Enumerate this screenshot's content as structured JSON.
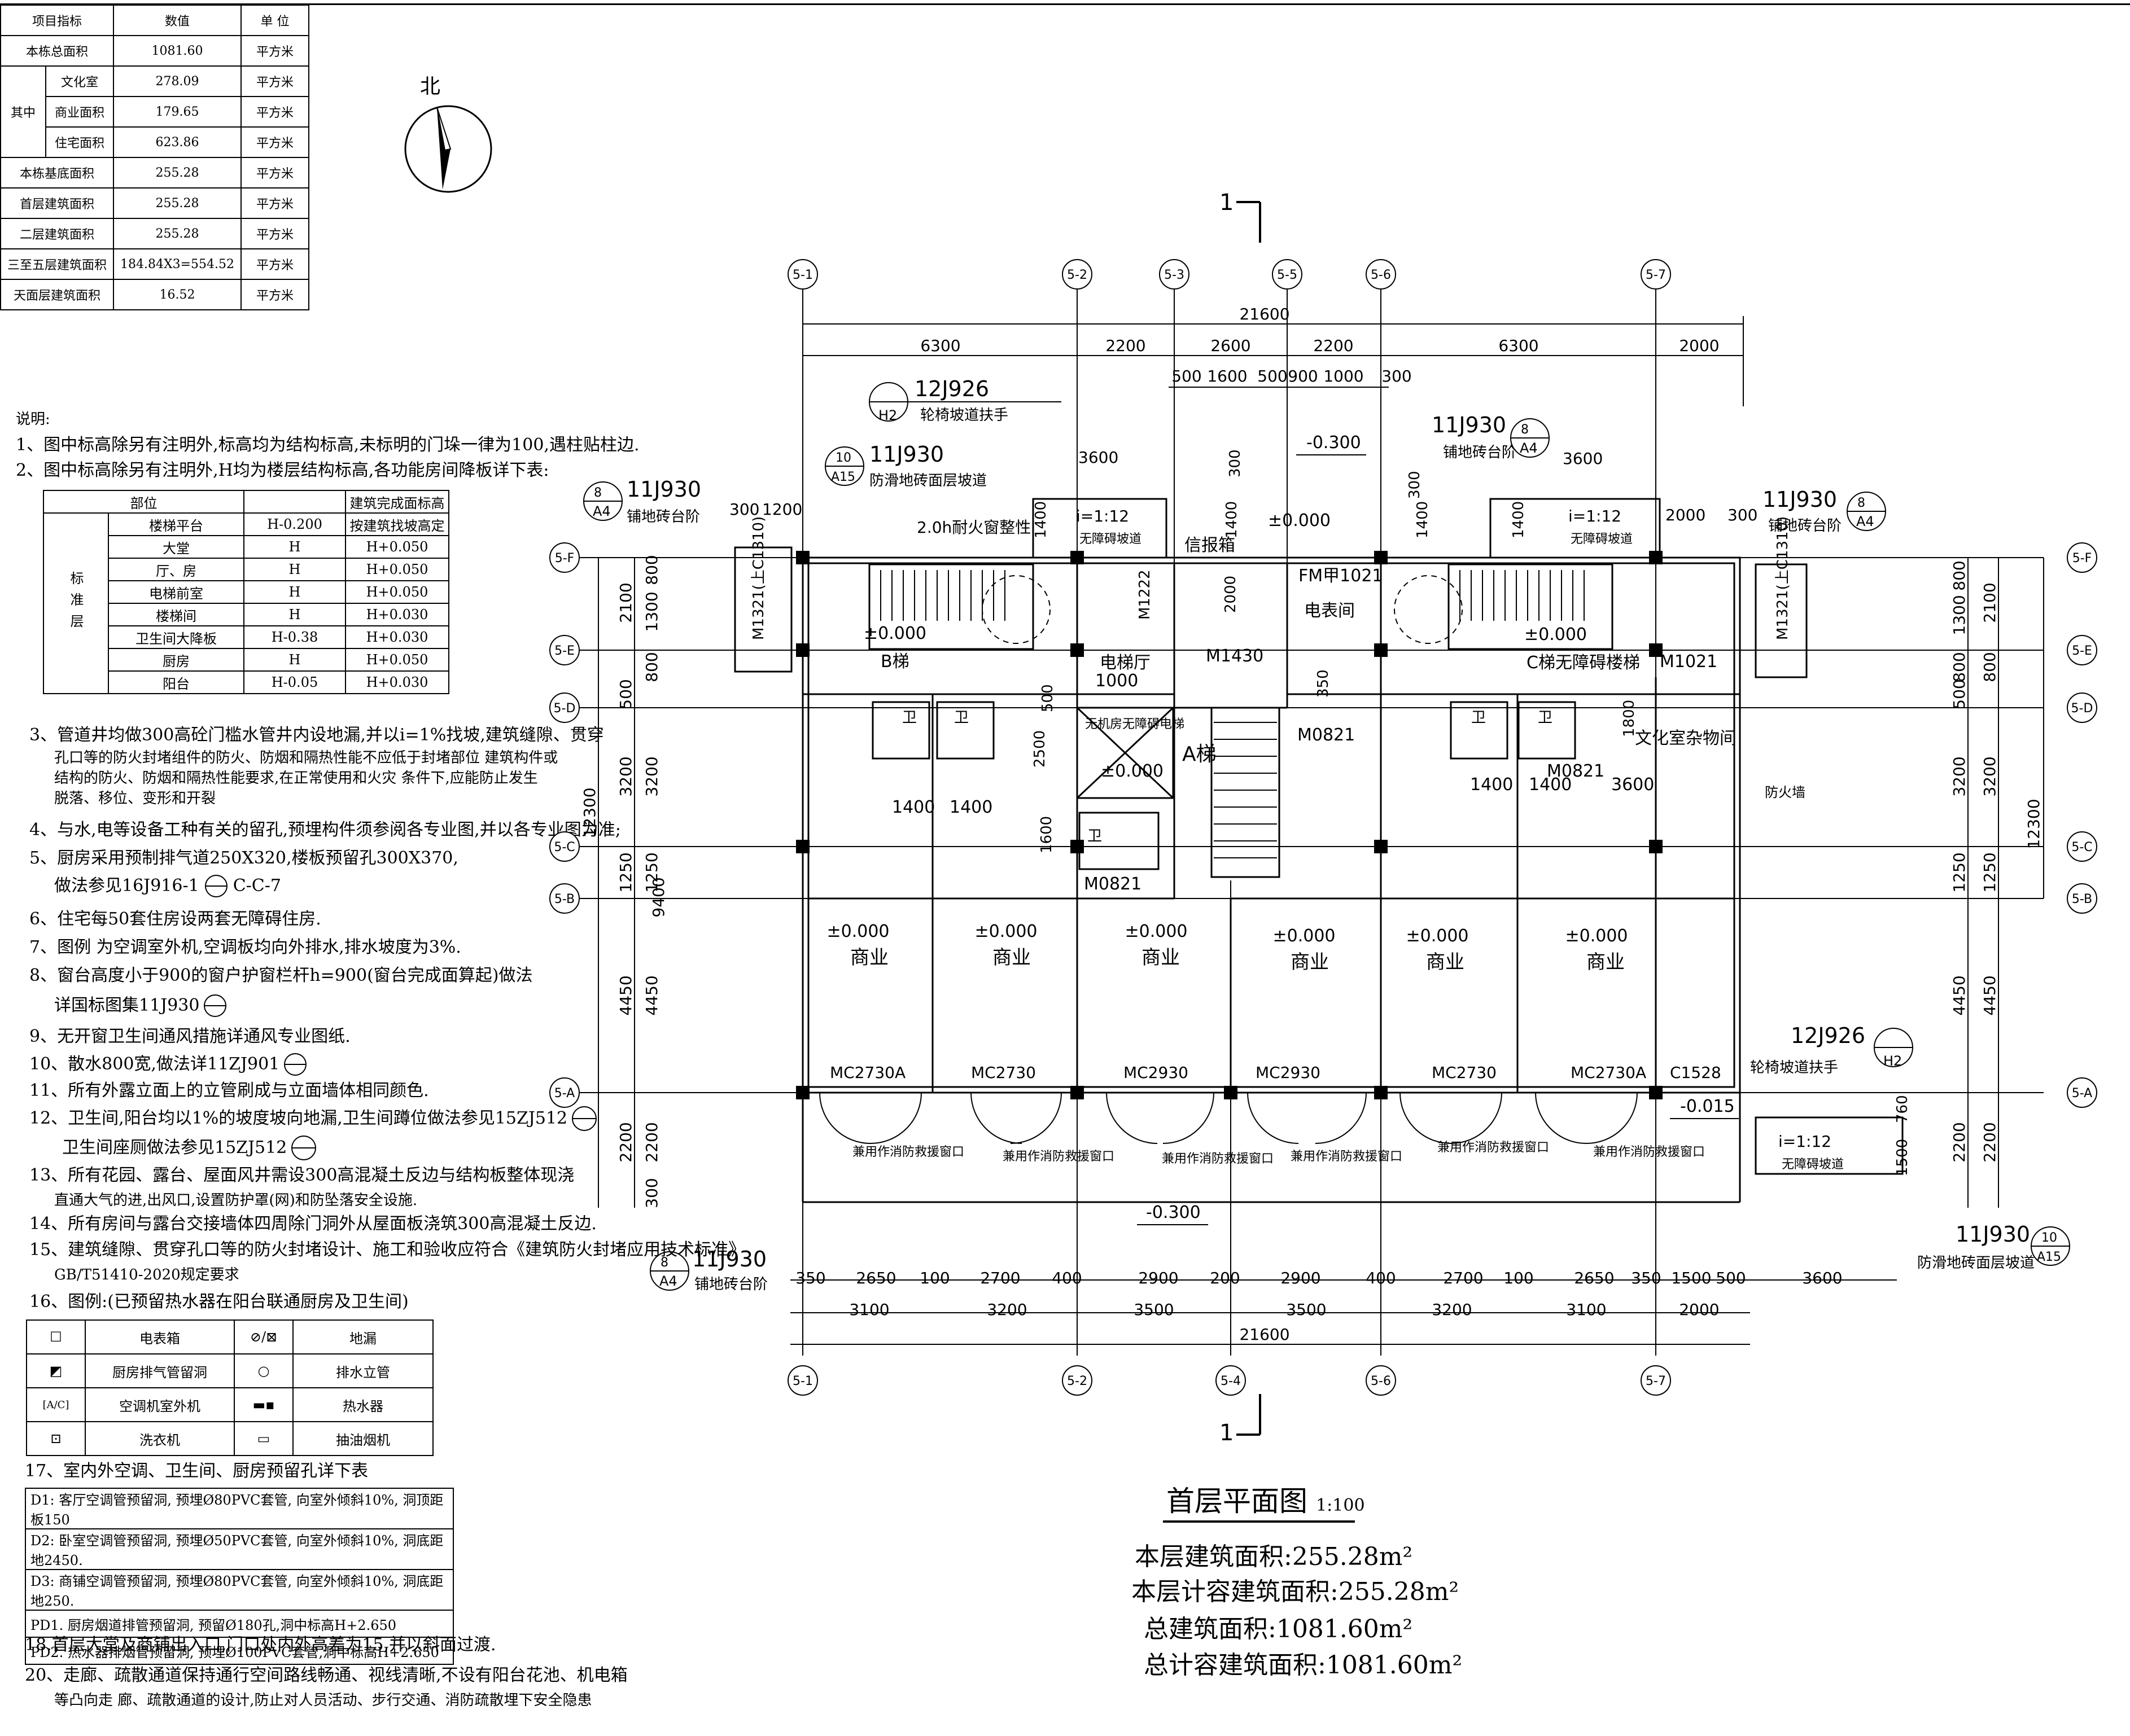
{
  "area_table": {
    "headers": [
      "项目指标",
      "数值",
      "单 位"
    ],
    "rows": [
      {
        "label": "本栋总面积",
        "value": "1081.60",
        "unit": "平方米"
      },
      {
        "label": "文化室",
        "value": "278.09",
        "unit": "平方米"
      },
      {
        "label": "商业面积",
        "value": "179.65",
        "unit": "平方米"
      },
      {
        "label": "住宅面积",
        "value": "623.86",
        "unit": "平方米"
      },
      {
        "label": "本栋基底面积",
        "value": "255.28",
        "unit": "平方米"
      },
      {
        "label": "首层建筑面积",
        "value": "255.28",
        "unit": "平方米"
      },
      {
        "label": "二层建筑面积",
        "value": "255.28",
        "unit": "平方米"
      },
      {
        "label": "三至五层建筑面积",
        "value": "184.84X3=554.52",
        "unit": "平方米"
      },
      {
        "label": "天面层建筑面积",
        "value": "16.52",
        "unit": "平方米"
      }
    ],
    "group_label": "其中"
  },
  "north_label": "北",
  "notes": {
    "title": "说明:",
    "n1": "1、图中标高除另有注明外,标高均为结构标高,未标明的门垛一律为100,遇柱贴柱边.",
    "n2": "2、图中标高除另有注明外,H均为楼层结构标高,各功能房间降板详下表:",
    "std_headers": [
      "部位",
      "",
      "建筑完成面标高"
    ],
    "std_group": "标准层",
    "std_rows": [
      {
        "part": "楼梯平台",
        "h": "H-0.200",
        "f": "按建筑找坡高定"
      },
      {
        "part": "大堂",
        "h": "H",
        "f": "H+0.050"
      },
      {
        "part": "厅、房",
        "h": "H",
        "f": "H+0.050"
      },
      {
        "part": "电梯前室",
        "h": "H",
        "f": "H+0.050"
      },
      {
        "part": "楼梯间",
        "h": "H",
        "f": "H+0.030"
      },
      {
        "part": "卫生间大降板",
        "h": "H-0.38",
        "f": "H+0.030"
      },
      {
        "part": "厨房",
        "h": "H",
        "f": "H+0.050"
      },
      {
        "part": "阳台",
        "h": "H-0.05",
        "f": "H+0.030"
      }
    ],
    "n3a": "3、管道井均做300高砼门槛水管井内设地漏,并以i=1%找坡,建筑缝隙、贯穿",
    "n3b": "孔口等的防火封堵组件的防火、防烟和隔热性能不应低于封堵部位 建筑构件或",
    "n3c": "结构的防火、防烟和隔热性能要求,在正常使用和火灾 条件下,应能防止发生",
    "n3d": "脱落、移位、变形和开裂",
    "n4": "4、与水,电等设备工种有关的留孔,预埋构件须参阅各专业图,并以各专业图为准;",
    "n5a": "5、厨房采用预制排气道250X320,楼板预留孔300X370,",
    "n5b": "做法参见16J916-1",
    "n5c": "C-C-7",
    "n6": "6、住宅每50套住房设两套无障碍住房.",
    "n7": "7、图例 为空调室外机,空调板均向外排水,排水坡度为3%.",
    "n8a": "8、窗台高度小于900的窗户护窗栏杆h=900(窗台完成面算起)做法",
    "n8b": "详国标图集11J930",
    "n9": "9、无开窗卫生间通风措施详通风专业图纸.",
    "n10": "10、散水800宽,做法详11ZJ901",
    "n11": "11、所有外露立面上的立管刷成与立面墙体相同颜色.",
    "n12a": "12、卫生间,阳台均以1%的坡度坡向地漏,卫生间蹲位做法参见15ZJ512",
    "n12b": "卫生间座厕做法参见15ZJ512",
    "n13a": "13、所有花园、露台、屋面风井需设300高混凝土反边与结构板整体现浇",
    "n13b": "直通大气的进,出风口,设置防护罩(网)和防坠落安全设施.",
    "n14": "14、所有房间与露台交接墙体四周除门洞外从屋面板浇筑300高混凝土反边.",
    "n15a": "15、建筑缝隙、贯穿孔口等的防火封堵设计、施工和验收应符合《建筑防火封堵应用技术标准》",
    "n15b": "GB/T51410-2020规定要求",
    "n16": "16、图例:(已预留热水器在阳台联通厨房及卫生间)",
    "legend_rows": [
      [
        "电表箱",
        "地漏"
      ],
      [
        "厨房排气管留洞",
        "排水立管"
      ],
      [
        "空调机室外机",
        "热水器"
      ],
      [
        "洗衣机",
        "抽油烟机"
      ]
    ],
    "n17": "17、室内外空调、卫生间、厨房预留孔详下表",
    "hole_rows": [
      "D1: 客厅空调管预留洞, 预埋Ø80PVC套管, 向室外倾斜10%, 洞顶距板150",
      "D2: 卧室空调管预留洞, 预埋Ø50PVC套管, 向室外倾斜10%, 洞底距地2450.",
      "D3: 商铺空调管预留洞, 预埋Ø80PVC套管, 向室外倾斜10%, 洞底距地250.",
      "PD1. 厨房烟道排管预留洞, 预留Ø180孔,洞中标高H+2.650",
      "PD2. 热水器排烟管预留洞, 预埋Ø100PVC套管,洞中标高H+2.650"
    ],
    "n18": "18.首层大堂及商铺出入口,门口处内外高差为15,并以斜面过渡.",
    "n20a": "20、走廊、疏散通道保持通行空间路线畅通、视线清晰,不设有阳台花池、机电箱",
    "n20b": "等凸向走 廊、疏散通道的设计,防止对人员活动、步行交通、消防疏散埋下安全隐患"
  },
  "plan": {
    "axes_top": [
      "5-1",
      "5-2",
      "5-3",
      "5-5",
      "5-6",
      "5-7"
    ],
    "axes_bottom": [
      "5-1",
      "5-2",
      "5-4",
      "5-6",
      "5-7"
    ],
    "axes_side": [
      "5-F",
      "5-E",
      "5-D",
      "5-C",
      "5-B",
      "5-A"
    ],
    "dim_total": "21600",
    "dims_top_row1": [
      "6300",
      "2200",
      "2600",
      "2200",
      "6300",
      "2000"
    ],
    "dims_top_row2": [
      "500",
      "1600",
      "500",
      "900",
      "1000",
      "300"
    ],
    "dims_bottom_row1": [
      "350",
      "2650",
      "100",
      "2700",
      "400",
      "2900",
      "200",
      "2900",
      "400",
      "2700",
      "100",
      "2650",
      "350",
      "1500",
      "500",
      "3600"
    ],
    "dims_bottom_row2": [
      "3100",
      "3200",
      "3500",
      "3500",
      "3200",
      "3100",
      "2000"
    ],
    "dims_left_inner": [
      "2100",
      "1300",
      "800",
      "800",
      "500",
      "3200",
      "1250",
      "4450",
      "2200",
      "300"
    ],
    "dims_left_outer": [
      "12300",
      "9400"
    ],
    "dims_right_inner": [
      "800",
      "1300",
      "800",
      "500",
      "3200",
      "1250",
      "4450",
      "2200"
    ],
    "dims_right_outer": [
      "2100",
      "12300"
    ],
    "section_mark": "1",
    "refs": {
      "r1_code": "12J926",
      "r1_sub": "H2",
      "r1_text": "轮椅坡道扶手",
      "r2_code": "11J930",
      "r2_sub": "A15",
      "r2_num": "10",
      "r2_text": "防滑地砖面层坡道",
      "r3_code": "11J930",
      "r3_sub": "A4",
      "r3_num": "8",
      "r3_text": "铺地砖台阶",
      "r4_code": "11J930",
      "r4_sub": "A4",
      "r4_num": "8",
      "r4_text": "铺地砖台阶",
      "r5_code": "11J930",
      "r5_sub": "A4",
      "r5_num": "8",
      "r5_text": "铺地砖台阶",
      "r6_code": "12J926",
      "r6_sub": "H2",
      "r6_text": "轮椅坡道扶手",
      "r7_code": "11J930",
      "r7_sub": "A15",
      "r7_num": "10",
      "r7_text": "防滑地砖面层坡道",
      "r8_code": "11J930",
      "r8_sub": "A4",
      "r8_num": "8",
      "r8_text": "铺地砖台阶"
    },
    "labels": {
      "ramp1_slope": "i=1:12",
      "ramp1_text": "无障碍坡道",
      "ramp1_len": "3600",
      "ramp2_slope": "i=1:12",
      "ramp2_text": "无障碍坡道",
      "ramp2_len": "3600",
      "ramp3_slope": "i=1:12",
      "ramp3_text": "无障碍坡道",
      "fire_window": "2.0h耐火窗整性",
      "level_m0300_top": "-0.300",
      "level_m0300_bottom": "-0.300",
      "level_m0015": "-0.015",
      "level_0": "±0.000",
      "xinbaoxiang": "信报箱",
      "fm": "FM甲1021",
      "dianbiaojian": "电表间",
      "m1222": "M1222",
      "m1430": "M1430",
      "m1132_l": "M1321(上C1310)",
      "m1132_r": "M1321(上C1310)",
      "b_stair": "B梯",
      "c_stair": "C梯无障碍楼梯",
      "a_stair": "A梯",
      "elevator_hall": "电梯厅",
      "elevator": "无机房无障碍电梯",
      "elevator_dim": "1000",
      "m1021": "M1021",
      "culture_room": "文化室杂物间",
      "fire_wall": "防火墙",
      "m0821": "M0821",
      "wei": "卫",
      "shop": "商业",
      "mc2730a": "MC2730A",
      "mc2730": "MC2730",
      "mc2930": "MC2930",
      "c1528": "C1528",
      "rescue": "兼用作消防救援窗口",
      "d2500": "2500",
      "d1600": "1600",
      "d1400": "1400",
      "d3600": "3600",
      "d1800": "1800",
      "d350": "350",
      "d500": "500",
      "d760": "760",
      "d1500": "1500",
      "d300": "300",
      "d1200": "1200",
      "d2000": "2000",
      "d1000b": "1000",
      "d1400b": "1400"
    }
  },
  "title_block": {
    "title": "首层平面图",
    "scale": "1:100",
    "line1": "本层建筑面积:255.28m²",
    "line2": "本层计容建筑面积:255.28m²",
    "line3": "总建筑面积:1081.60m²",
    "line4": "总计容建筑面积:1081.60m²"
  }
}
